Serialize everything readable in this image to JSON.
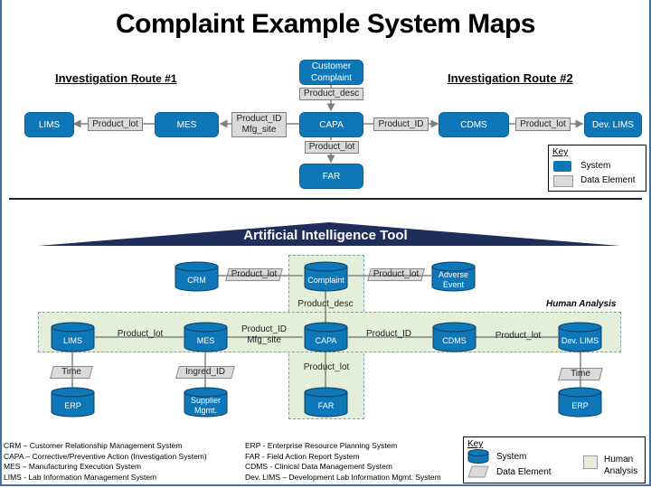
{
  "title": "Complaint Example System Maps",
  "top_map": {
    "route1_label": "Investigation",
    "route1_suffix": "Route #1",
    "route2_label": "Investigation Route #2",
    "systems": {
      "customer_complaint": "Customer Complaint",
      "capa": "CAPA",
      "far": "FAR",
      "mes": "MES",
      "lims": "LIMS",
      "cdms": "CDMS",
      "dev_lims": "Dev. LIMS"
    },
    "data_elements": {
      "complaint_capa": "Product_desc",
      "capa_far": "Product_lot",
      "capa_mes_1": "Product_ID",
      "capa_mes_2": "Mfg_site",
      "mes_lims": "Product_lot",
      "capa_cdms": "Product_ID",
      "cdms_devlims": "Product_lot"
    },
    "key": {
      "title": "Key",
      "system": "System",
      "data_element": "Data Element"
    }
  },
  "ai_tool": {
    "banner": "Artificial Intelligence Tool",
    "human_analysis_label": "Human Analysis",
    "systems": {
      "crm": "CRM",
      "complaint": "Complaint",
      "adverse_event": "Adverse Event",
      "lims": "LIMS",
      "mes": "MES",
      "capa": "CAPA",
      "cdms": "CDMS",
      "dev_lims": "Dev. LIMS",
      "erp_left": "ERP",
      "supplier": "Supplier Mgmt.",
      "far": "FAR",
      "erp_right": "ERP"
    },
    "data_elements": {
      "crm_complaint": "Product_lot",
      "complaint_adverse": "Product_lot",
      "complaint_capa": "Product_desc",
      "lims_mes": "Product_lot",
      "mes_capa_1": "Product_ID",
      "mes_capa_2": "Mfg_site",
      "capa_cdms": "Product_ID",
      "cdms_devlims": "Product_lot",
      "lims_erp": "Time",
      "mes_supplier": "Ingred_ID",
      "capa_far": "Product_lot",
      "devlims_erp": "Time"
    },
    "key": {
      "title": "Key",
      "system": "System",
      "data_element": "Data Element",
      "human_analysis": "Human Analysis"
    }
  },
  "glossary": [
    "CRM – Customer Relationship Management System",
    "CAPA – Corrective/Preventive Action (Investigation System)",
    "MES – Manufacturing Execution System",
    "LIMS - Lab Information Management  System",
    "ERP - Enterprise Resource Planning System",
    "FAR - Field Action Report System",
    "CDMS - Clinical Data Management System",
    "Dev. LIMS – Development  Lab Information Mgmt. System"
  ],
  "colors": {
    "system": "#0e77b8",
    "data_element": "#dadada",
    "banner": "#1f2d5a",
    "human_analysis": "#e3efd9"
  }
}
